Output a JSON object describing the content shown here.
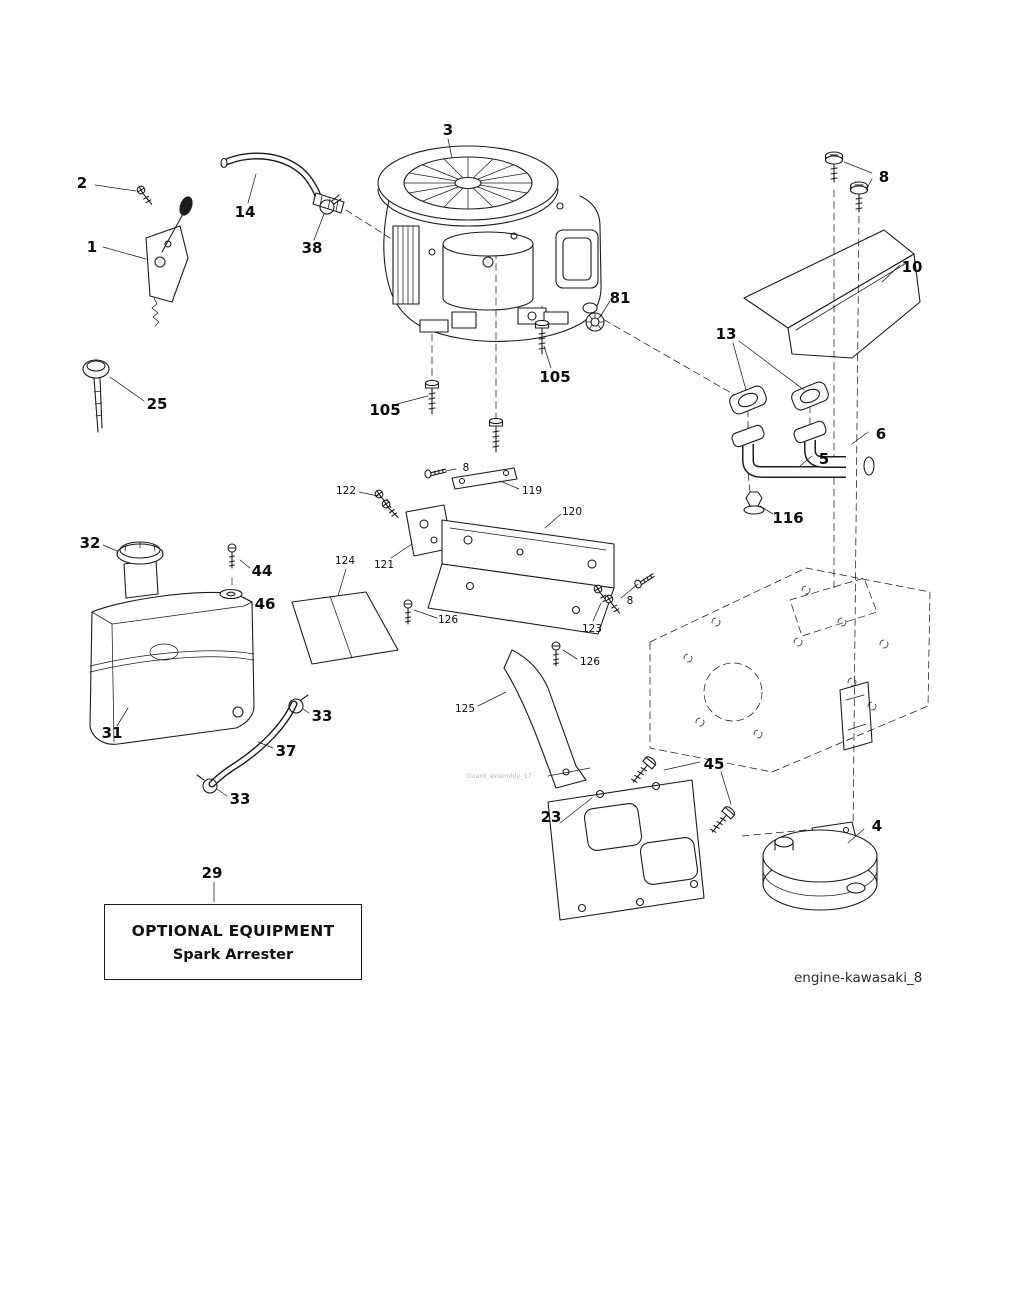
{
  "page": {
    "footer": "engine-kawasaki_8",
    "watermark": "Guard_assembly_17"
  },
  "optional_box": {
    "title": "OPTIONAL EQUIPMENT",
    "subtitle": "Spark Arrester"
  },
  "labels": [
    {
      "text": "1"
    },
    {
      "text": "2"
    },
    {
      "text": "3"
    },
    {
      "text": "14"
    },
    {
      "text": "38"
    },
    {
      "text": "25"
    },
    {
      "text": "81"
    },
    {
      "text": "105"
    },
    {
      "text": "105"
    },
    {
      "text": "8"
    },
    {
      "text": "10"
    },
    {
      "text": "13"
    },
    {
      "text": "6"
    },
    {
      "text": "5"
    },
    {
      "text": "116"
    },
    {
      "text": "32"
    },
    {
      "text": "44"
    },
    {
      "text": "46"
    },
    {
      "text": "31"
    },
    {
      "text": "33"
    },
    {
      "text": "37"
    },
    {
      "text": "33"
    },
    {
      "text": "29"
    },
    {
      "text": "122"
    },
    {
      "text": "8"
    },
    {
      "text": "119"
    },
    {
      "text": "120"
    },
    {
      "text": "121"
    },
    {
      "text": "124"
    },
    {
      "text": "126"
    },
    {
      "text": "123"
    },
    {
      "text": "8"
    },
    {
      "text": "126"
    },
    {
      "text": "125"
    },
    {
      "text": "45"
    },
    {
      "text": "23"
    },
    {
      "text": "4"
    }
  ]
}
